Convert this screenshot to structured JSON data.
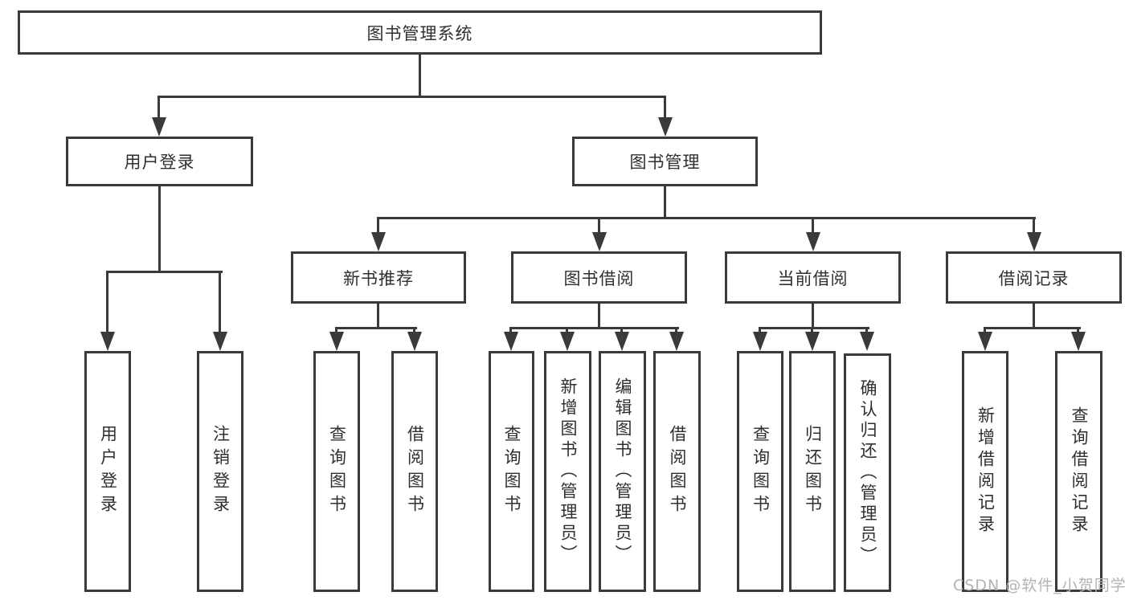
{
  "tree": {
    "root": {
      "label": "图书管理系统"
    },
    "branches": [
      {
        "label": "用户登录",
        "children": [
          {
            "label": "用户登录"
          },
          {
            "label": "注销登录"
          }
        ]
      },
      {
        "label": "图书管理",
        "children": [
          {
            "label": "新书推荐",
            "children": [
              {
                "label": "查询图书"
              },
              {
                "label": "借阅图书"
              }
            ]
          },
          {
            "label": "图书借阅",
            "children": [
              {
                "label": "查询图书"
              },
              {
                "label": "新增图书（管理员）"
              },
              {
                "label": "编辑图书（管理员）"
              },
              {
                "label": "借阅图书"
              }
            ]
          },
          {
            "label": "当前借阅",
            "children": [
              {
                "label": "查询图书"
              },
              {
                "label": "归还图书"
              },
              {
                "label": "确认归还（管理员）"
              }
            ]
          },
          {
            "label": "借阅记录",
            "children": [
              {
                "label": "新增借阅记录"
              },
              {
                "label": "查询借阅记录"
              }
            ]
          }
        ]
      }
    ]
  },
  "watermark": {
    "text": "CSDN @软件_小贺同学",
    "color": "#b3b3b3"
  },
  "colors": {
    "line": "#3a3a3a",
    "text": "#2f2f2f",
    "background": "#ffffff"
  }
}
